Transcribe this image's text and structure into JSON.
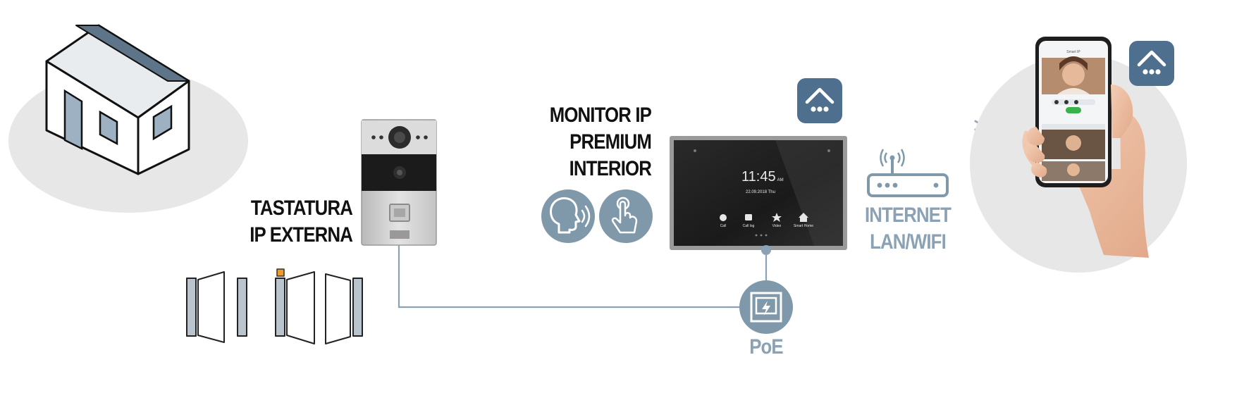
{
  "labels": {
    "outdoor_panel": [
      "TASTATURA",
      "IP EXTERNA"
    ],
    "monitor": [
      "MONITOR IP",
      "PREMIUM",
      "INTERIOR"
    ],
    "network": [
      "INTERNET",
      "LAN/WIFI"
    ],
    "poe": "PoE"
  },
  "monitor_screen": {
    "time": "11:45",
    "time_suffix": "AM",
    "date": "22.09.2018  Thu",
    "apps": [
      "Call",
      "Call log",
      "Video",
      "Smart Home"
    ]
  },
  "phone_screen": {
    "header": "Smart IP"
  },
  "icons": [
    "house-illustration",
    "gate-illustration",
    "outdoor-panel-device",
    "voice-control-icon",
    "touch-control-icon",
    "smart-home-app-icon",
    "indoor-monitor-device",
    "router-icon",
    "ethernet-port-icon",
    "wifi-signal-icon",
    "smartphone-in-hand"
  ],
  "colors": {
    "accent": "#8aa2b4",
    "app_icon": "#4f6f8f",
    "ground_ellipse": "#e7e7e7",
    "line": "#8aa2b4",
    "text": "#111111"
  }
}
